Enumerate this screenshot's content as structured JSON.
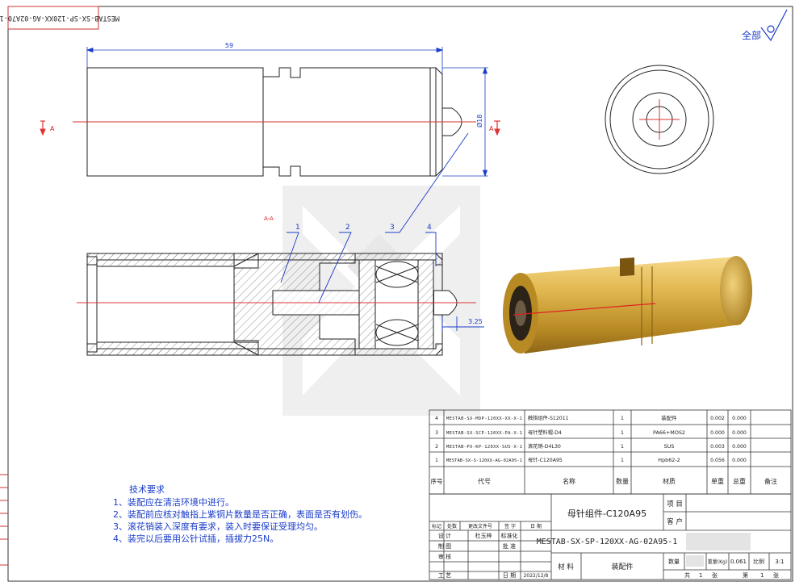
{
  "drawing": {
    "corner_code": "MESTAB-SX-SP-120XX-AG-02A70-1",
    "view_label": "全部",
    "section_marker": "A",
    "section_title": "A-A",
    "dim_length": "59",
    "dim_diameter": "Ø18",
    "dim_offset": "3.25",
    "balloons": [
      "1",
      "2",
      "3",
      "4"
    ]
  },
  "notes": {
    "title": "技术要求",
    "items": [
      "1、装配应在清洁环境中进行。",
      "2、装配前应核对触指上紫铜片数量是否正确，表面是否有划伤。",
      "3、滚花销装入深度有要求，装入时要保证受理均匀。",
      "4、装完以后要用公针试插，插拔力25N。"
    ]
  },
  "bom": {
    "headers": [
      "序号",
      "代号",
      "名称",
      "数量",
      "材质",
      "单重",
      "总重",
      "备注"
    ],
    "rows": [
      {
        "no": "4",
        "code": "MESTAB-SX-MDP-120XX-XX-X-1",
        "name": "触指组件-S12011",
        "qty": "1",
        "material": "装配件",
        "unit": "0.002",
        "total": "0.000",
        "note": ""
      },
      {
        "no": "3",
        "code": "MESTAB-SX-SCP-120XX-PA-X-1",
        "name": "母针塑料帽-D4",
        "qty": "1",
        "material": "PA66+MOS2",
        "unit": "0.000",
        "total": "0.000",
        "note": ""
      },
      {
        "no": "2",
        "code": "MESTAB-PX-KP-120XX-SUS-X-1",
        "name": "滚花销-D4L30",
        "qty": "1",
        "material": "SUS",
        "unit": "0.003",
        "total": "0.000",
        "note": ""
      },
      {
        "no": "1",
        "code": "MESTAB-SX-S-120XX-AG-02A95-1",
        "name": "母针-C120A95",
        "qty": "1",
        "material": "Hpb62-2",
        "unit": "0.056",
        "total": "0.000",
        "note": ""
      }
    ]
  },
  "titleblock": {
    "part_name": "母针组件-C120A95",
    "drawing_no": "MESTAB-SX-SP-120XX-AG-02A95-1",
    "project_label": "项 目",
    "customer_label": "客 户",
    "rev_headers": [
      "标记",
      "处数",
      "更改文件号",
      "签 字",
      "日 期"
    ],
    "design_label": "设 计",
    "designer": "杜玉梓",
    "standard_label": "标准化",
    "draw_label": "制 图",
    "approve_label": "批 准",
    "review_label": "审 核",
    "process_label": "工 艺",
    "date_label": "日 期",
    "date": "2022/12/8",
    "material_label": "材 料",
    "material": "装配件",
    "qty_label": "数量",
    "weight_label": "重量(Kg)",
    "weight": "0.061",
    "scale_label": "比例",
    "scale": "3:1",
    "total_label": "共",
    "total_sheets": "1",
    "sheet_label": "张",
    "page_label": "第",
    "page": "1",
    "page_unit": "张"
  }
}
